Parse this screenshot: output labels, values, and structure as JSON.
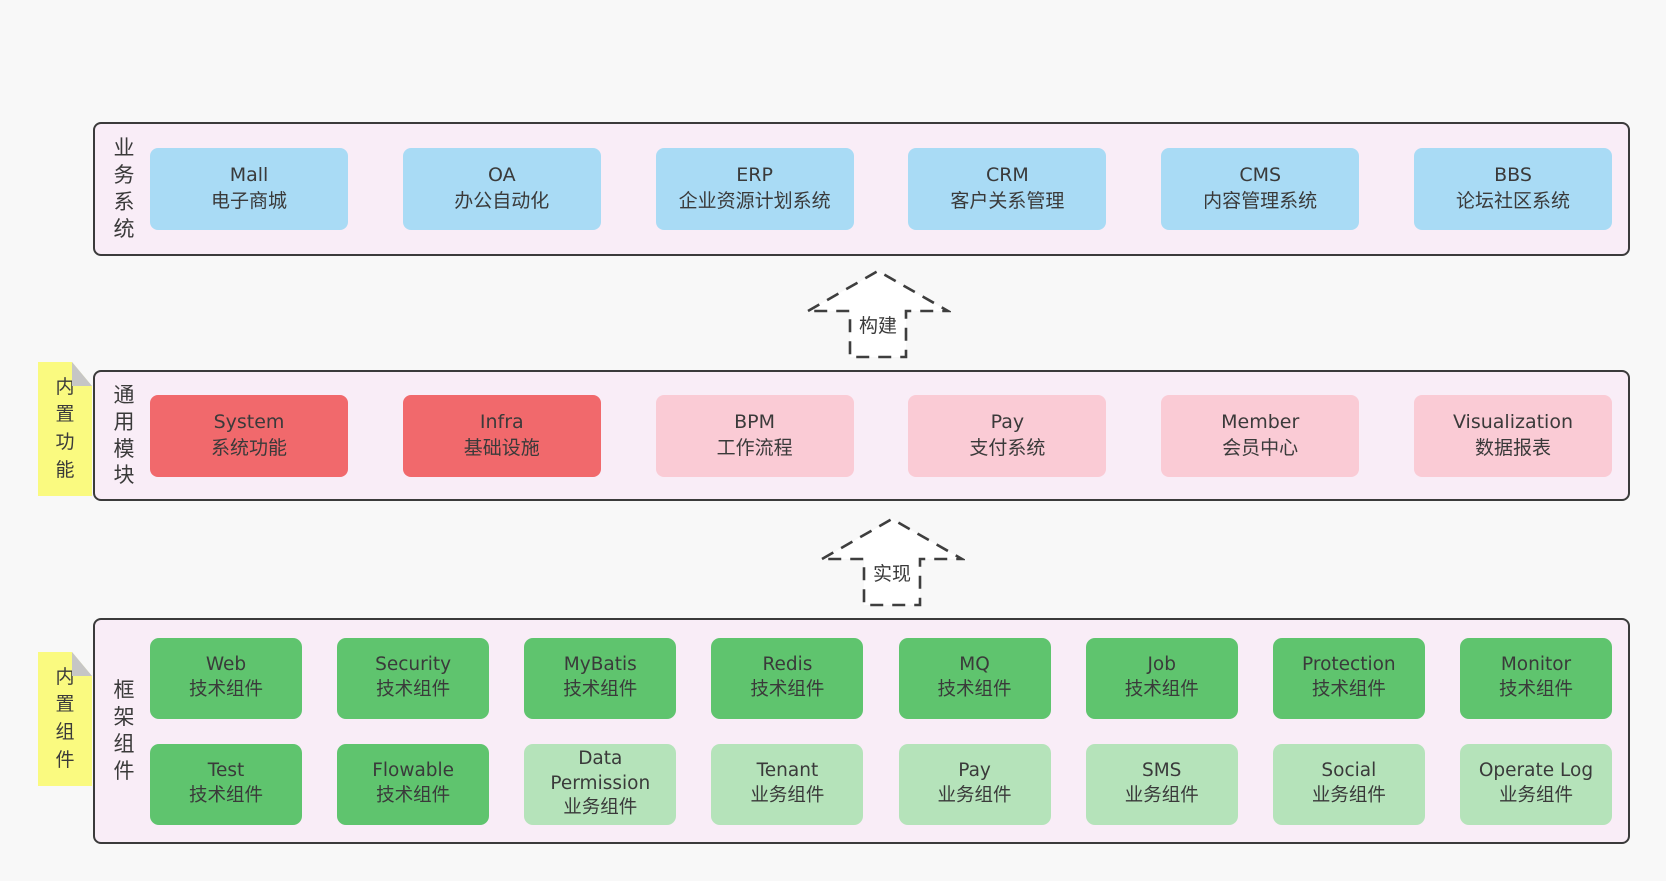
{
  "colors": {
    "page_bg": "#f8f8f8",
    "band_bg": "#f9edf7",
    "band_border": "#3b3b3b",
    "box_blue": "#a9dbf5",
    "box_red": "#f1696c",
    "box_pink": "#facbd5",
    "box_green_dark": "#5fc46e",
    "box_green_light": "#b5e3ba",
    "sticky_yellow": "#fafa80",
    "sticky_fold_gray": "#c6c6c6",
    "text": "#3a3a3a"
  },
  "bands": [
    {
      "label": "业务系统",
      "boxes": [
        {
          "name": "Mall",
          "desc": "电子商城",
          "variant": "blue"
        },
        {
          "name": "OA",
          "desc": "办公自动化",
          "variant": "blue"
        },
        {
          "name": "ERP",
          "desc": "企业资源计划系统",
          "variant": "blue"
        },
        {
          "name": "CRM",
          "desc": "客户关系管理",
          "variant": "blue"
        },
        {
          "name": "CMS",
          "desc": "内容管理系统",
          "variant": "blue"
        },
        {
          "name": "BBS",
          "desc": "论坛社区系统",
          "variant": "blue"
        }
      ]
    },
    {
      "label": "通用模块",
      "sticky": "内置功能",
      "boxes": [
        {
          "name": "System",
          "desc": "系统功能",
          "variant": "red"
        },
        {
          "name": "Infra",
          "desc": "基础设施",
          "variant": "red"
        },
        {
          "name": "BPM",
          "desc": "工作流程",
          "variant": "pink"
        },
        {
          "name": "Pay",
          "desc": "支付系统",
          "variant": "pink"
        },
        {
          "name": "Member",
          "desc": "会员中心",
          "variant": "pink"
        },
        {
          "name": "Visualization",
          "desc": "数据报表",
          "variant": "pink"
        }
      ]
    },
    {
      "label": "框架组件",
      "sticky": "内置组件",
      "row1": [
        {
          "name": "Web",
          "desc": "技术组件",
          "variant": "green_dark"
        },
        {
          "name": "Security",
          "desc": "技术组件",
          "variant": "green_dark"
        },
        {
          "name": "MyBatis",
          "desc": "技术组件",
          "variant": "green_dark"
        },
        {
          "name": "Redis",
          "desc": "技术组件",
          "variant": "green_dark"
        },
        {
          "name": "MQ",
          "desc": "技术组件",
          "variant": "green_dark"
        },
        {
          "name": "Job",
          "desc": "技术组件",
          "variant": "green_dark"
        },
        {
          "name": "Protection",
          "desc": "技术组件",
          "variant": "green_dark"
        },
        {
          "name": "Monitor",
          "desc": "技术组件",
          "variant": "green_dark"
        }
      ],
      "row2": [
        {
          "name": "Test",
          "desc": "技术组件",
          "variant": "green_dark"
        },
        {
          "name": "Flowable",
          "desc": "技术组件",
          "variant": "green_dark"
        },
        {
          "name": "Data Permission",
          "desc": "业务组件",
          "variant": "green_light"
        },
        {
          "name": "Tenant",
          "desc": "业务组件",
          "variant": "green_light"
        },
        {
          "name": "Pay",
          "desc": "业务组件",
          "variant": "green_light"
        },
        {
          "name": "SMS",
          "desc": "业务组件",
          "variant": "green_light"
        },
        {
          "name": "Social",
          "desc": "业务组件",
          "variant": "green_light"
        },
        {
          "name": "Operate Log",
          "desc": "业务组件",
          "variant": "green_light"
        }
      ]
    }
  ],
  "arrows": [
    {
      "label": "构建"
    },
    {
      "label": "实现"
    }
  ]
}
